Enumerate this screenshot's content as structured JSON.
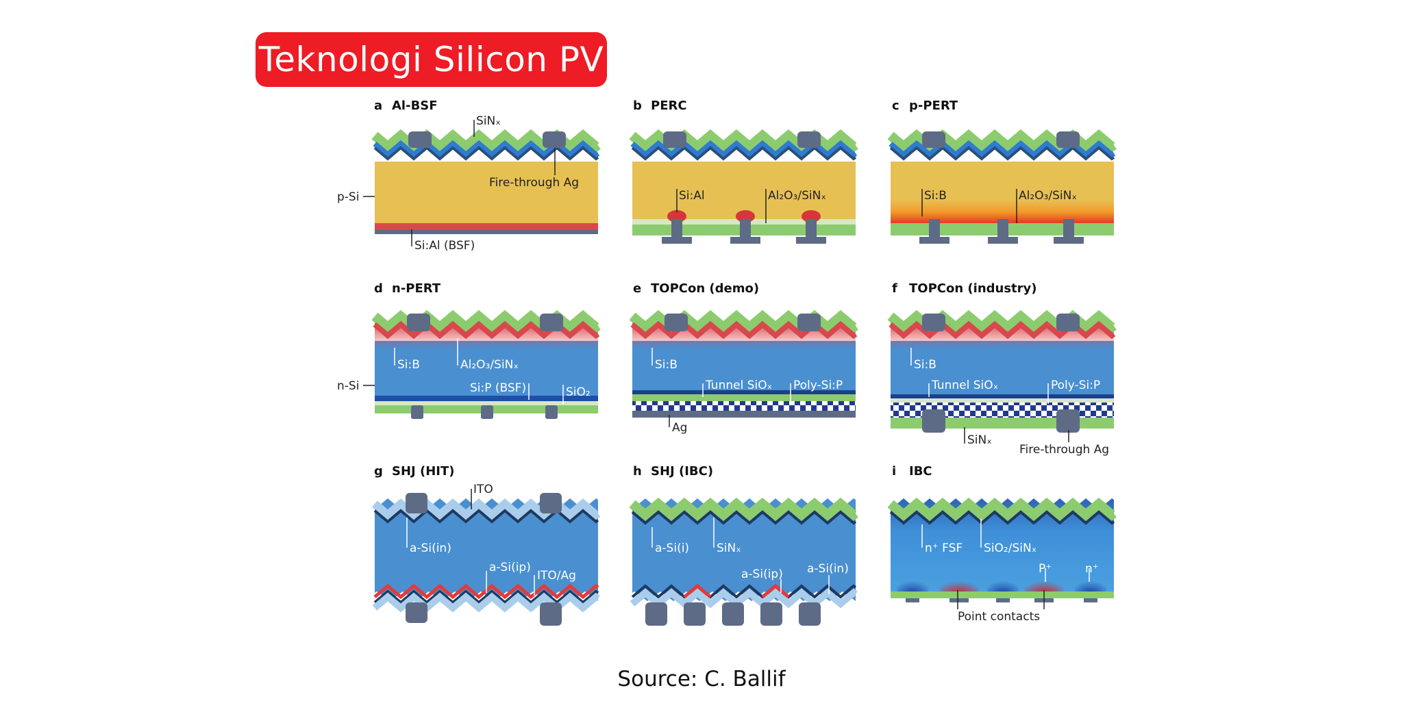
{
  "title": "Teknologi Silicon PV",
  "source": "Source: C. Ballif",
  "colors": {
    "accent_red": "#ee1c25",
    "p_si": "#e7c054",
    "n_si": "#4a8fd0",
    "contact": "#5e6b86",
    "coating": "#8ccc6e",
    "dark_line": "#2a4f7a",
    "emitter_red": "#d8484c"
  },
  "panels": [
    {
      "letter": "a",
      "name": "Al-BSF"
    },
    {
      "letter": "b",
      "name": "PERC"
    },
    {
      "letter": "c",
      "name": "p-PERT"
    },
    {
      "letter": "d",
      "name": "n-PERT"
    },
    {
      "letter": "e",
      "name": "TOPCon (demo)"
    },
    {
      "letter": "f",
      "name": "TOPCon (industry)"
    },
    {
      "letter": "g",
      "name": "SHJ (HIT)"
    },
    {
      "letter": "h",
      "name": "SHJ (IBC)"
    },
    {
      "letter": "i",
      "name": "IBC"
    }
  ],
  "labels": {
    "a_sinx": "SiNₓ",
    "a_fire": "Fire-through Ag",
    "a_psi": "p-Si",
    "a_sial": "Si:Al (BSF)",
    "b_sial": "Si:Al",
    "b_al2o3": "Al₂O₃/SiNₓ",
    "c_sib": "Si:B",
    "c_al2o3": "Al₂O₃/SiNₓ",
    "d_sib": "Si:B",
    "d_al2o3": "Al₂O₃/SiNₓ",
    "d_nsi": "n-Si",
    "d_sip": "Si:P (BSF)",
    "d_sio2": "SiO₂",
    "e_sib": "Si:B",
    "e_tunnel": "Tunnel SiOₓ",
    "e_poly": "Poly-Si:P",
    "e_ag": "Ag",
    "f_sib": "Si:B",
    "f_tunnel": "Tunnel SiOₓ",
    "f_poly": "Poly-Si:P",
    "f_sinx": "SiNₓ",
    "f_fire": "Fire-through Ag",
    "g_ito": "ITO",
    "g_asiin": "a-Si(in)",
    "g_asiip": "a-Si(ip)",
    "g_itoag": "ITO/Ag",
    "h_asii": "a-Si(i)",
    "h_sinx": "SiNₓ",
    "h_asiip": "a-Si(ip)",
    "h_asiin": "a-Si(in)",
    "i_nfsf": "n⁺ FSF",
    "i_sio2": "SiO₂/SiNₓ",
    "i_p": "P⁺",
    "i_n": "n⁺",
    "i_point": "Point contacts"
  }
}
